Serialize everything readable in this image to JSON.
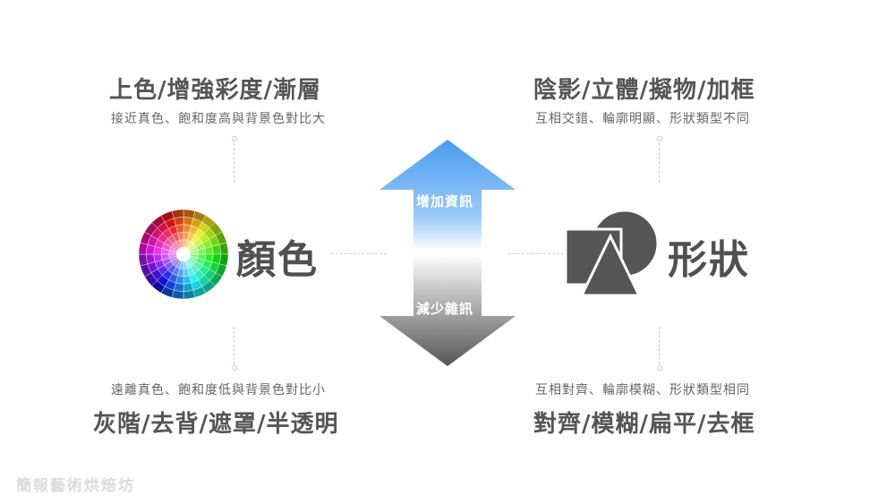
{
  "top_left": {
    "title": "上色/增強彩度/漸層",
    "subtitle": "接近真色、飽和度高與背景色對比大"
  },
  "top_right": {
    "title": "陰影/立體/擬物/加框",
    "subtitle": "互相交錯、輪廓明顯、形狀類型不同"
  },
  "bottom_left": {
    "subtitle": "遠離真色、飽和度低與背景色對比小",
    "title": "灰階/去背/遮罩/半透明"
  },
  "bottom_right": {
    "subtitle": "互相對齊、輪廓模糊、形狀類型相同",
    "title": "對齊/模糊/扁平/去框"
  },
  "left_node": {
    "label": "顏色",
    "icon": "color-wheel-icon"
  },
  "right_node": {
    "label": "形狀",
    "icon": "shapes-icon"
  },
  "arrows": {
    "up_label": "增加資訊",
    "down_label": "減少雜訊",
    "up_color": "#4a9cf0",
    "down_color": "#666666"
  },
  "watermark": "簡報藝術烘焙坊"
}
